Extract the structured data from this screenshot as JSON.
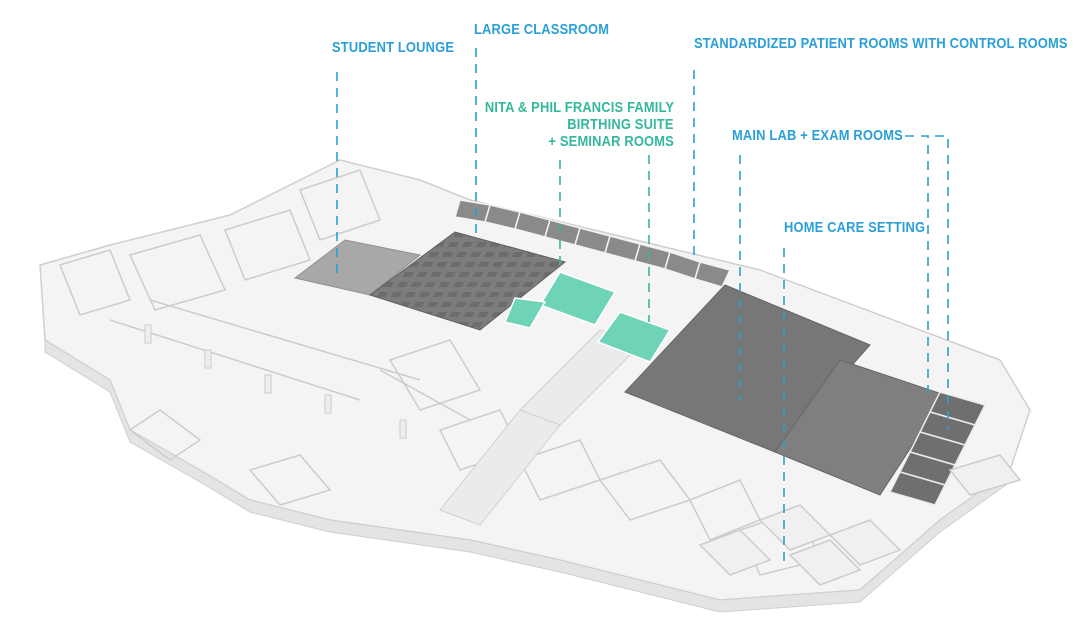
{
  "colors": {
    "label_blue": "#2a9fd8",
    "label_teal": "#33b89c",
    "highlight_gray": "#7a7a7a",
    "highlight_teal": "#6fd3b8",
    "wall_outline": "#c9c9c9",
    "floor_fill": "#f2f2f2"
  },
  "labels": {
    "student_lounge": "STUDENT LOUNGE",
    "large_classroom": "LARGE CLASSROOM",
    "sp_rooms": "STANDARDIZED PATIENT ROOMS WITH CONTROL ROOMS",
    "birthing_line1": "NITA & PHIL FRANCIS FAMILY",
    "birthing_line2": "BIRTHING SUITE",
    "birthing_line3": "+ SEMINAR ROOMS",
    "main_lab": "MAIN LAB + EXAM ROOMS",
    "home_care": "HOME CARE SETTING"
  }
}
